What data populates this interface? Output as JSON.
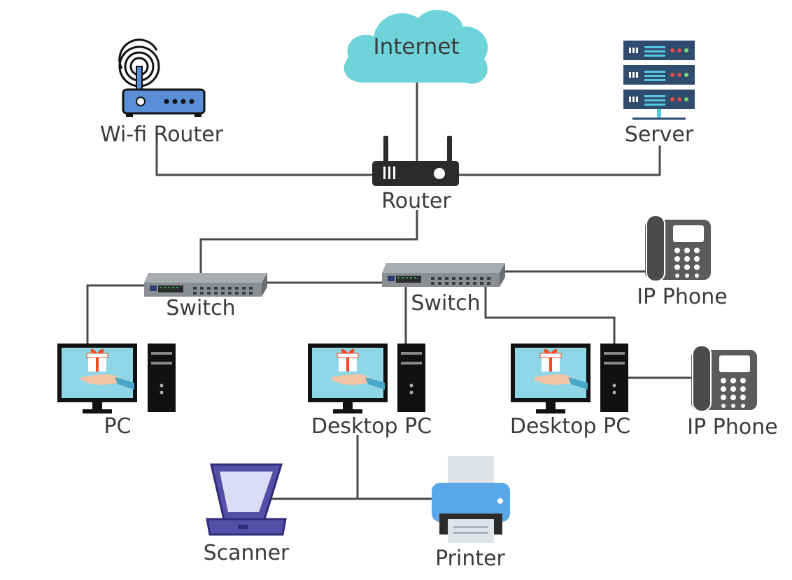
{
  "labels": {
    "internet": "Internet",
    "wifi_router": "Wi-fi Router",
    "server": "Server",
    "router": "Router",
    "switch_left": "Switch",
    "switch_right": "Switch",
    "ip_phone_top": "IP Phone",
    "pc": "PC",
    "desktop_pc_middle": "Desktop PC",
    "desktop_pc_right": "Desktop PC",
    "ip_phone_right": "IP Phone",
    "scanner": "Scanner",
    "printer": "Printer"
  },
  "icons": {
    "cloud": "cloud-icon",
    "wifi_router": "wifi-router-icon",
    "server": "server-rack-icon",
    "router": "router-icon",
    "switch": "network-switch-icon",
    "ip_phone": "desk-phone-icon",
    "monitor": "monitor-icon",
    "tower": "pc-tower-icon",
    "scanner": "scanner-icon",
    "printer": "printer-icon"
  },
  "colors": {
    "cloud": "#6fd3da",
    "wifi_router": "#5a8fd6",
    "server": "#2f4b6e",
    "router": "#2b2b2b",
    "switch": "#8b8f94",
    "phone": "#5b5b5b",
    "monitor_screen": "#8fd7e6",
    "scanner": "#5450a8",
    "printer": "#5aa7e8",
    "wire": "#4a4a4a"
  }
}
